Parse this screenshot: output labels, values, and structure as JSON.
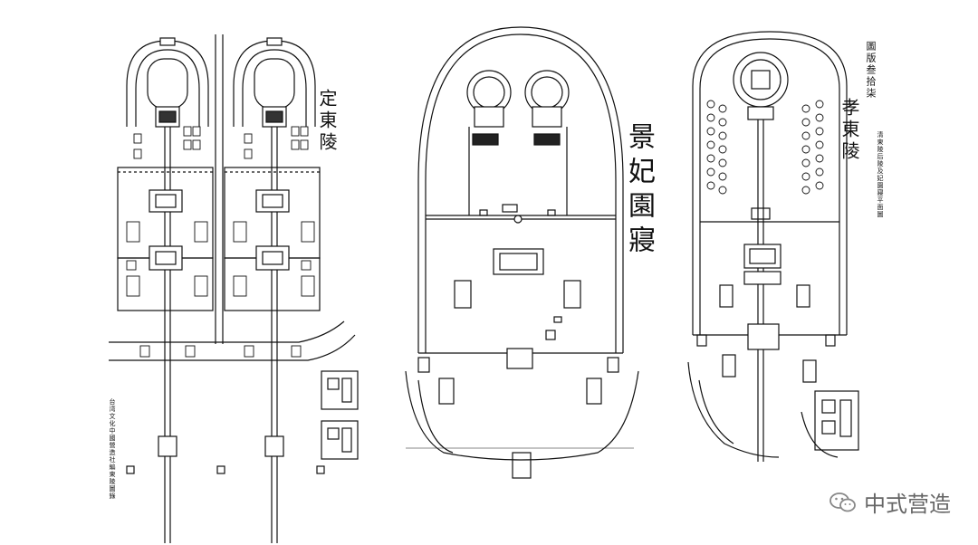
{
  "labels": {
    "left_title": "定東陵",
    "center_title": "景妃園寢",
    "right_title": "孝東陵",
    "plate_number": "圖版叁拾柒",
    "plate_caption": "清東陵后陵及妃園寢平面圖",
    "source_note": "台湾文化中國營造社編東陵圖錄"
  },
  "watermark": {
    "text": "中式营造",
    "icon": "wechat-icon"
  },
  "colors": {
    "ink": "#111111",
    "watermark": "#777777"
  }
}
